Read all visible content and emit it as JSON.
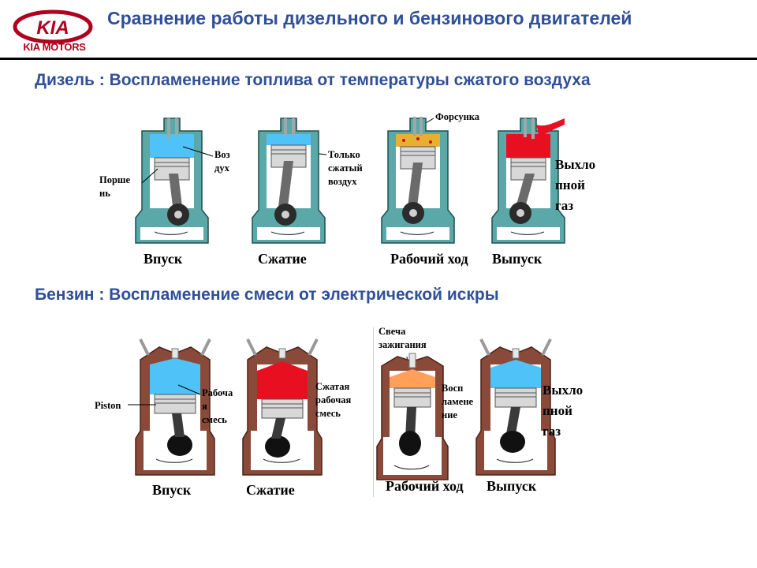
{
  "header": {
    "brand": "KIA MOTORS",
    "logo_text": "KIA",
    "title": "Сравнение работы дизельного и бензинового двигателей"
  },
  "colors": {
    "title_blue": "#2f4f99",
    "kia_red": "#b00020",
    "diesel_block": "#5aa8a8",
    "petrol_block": "#8a4a3a",
    "air_blue": "#4fc3f7",
    "exhaust_red": "#e81020",
    "ignite_orange": "#ff9f5a"
  },
  "diesel": {
    "heading": "Дизель : Воспламенение топлива от температуры сжатого воздуха",
    "strokes": {
      "intake": "Впуск",
      "compression": "Сжатие",
      "power": "Рабочий ход",
      "exhaust": "Выпуск"
    },
    "labels": {
      "piston": "Порше\nнь",
      "air": "Воз\nдух",
      "compressed_air": "Только\nсжатый\nвоздух",
      "injector": "Форсунка",
      "exhaust_gas": "Выхло\nпной\nгаз"
    }
  },
  "petrol": {
    "heading": "Бензин : Воспламенение смеси от электрической искры",
    "strokes": {
      "intake": "Впуск",
      "compression": "Сжатие",
      "power": "Рабочий ход",
      "exhaust": "Выпуск"
    },
    "labels": {
      "piston": "Piston",
      "working_mix": "Рабоча\nя\nсмесь",
      "compressed_mix": "Сжатая\nрабочая\nсмесь",
      "spark_plug": "Свеча\nзажигания",
      "ignition": "Восп\nламене\nние",
      "exhaust_gas": "Выхло\nпной\nгаз"
    }
  }
}
